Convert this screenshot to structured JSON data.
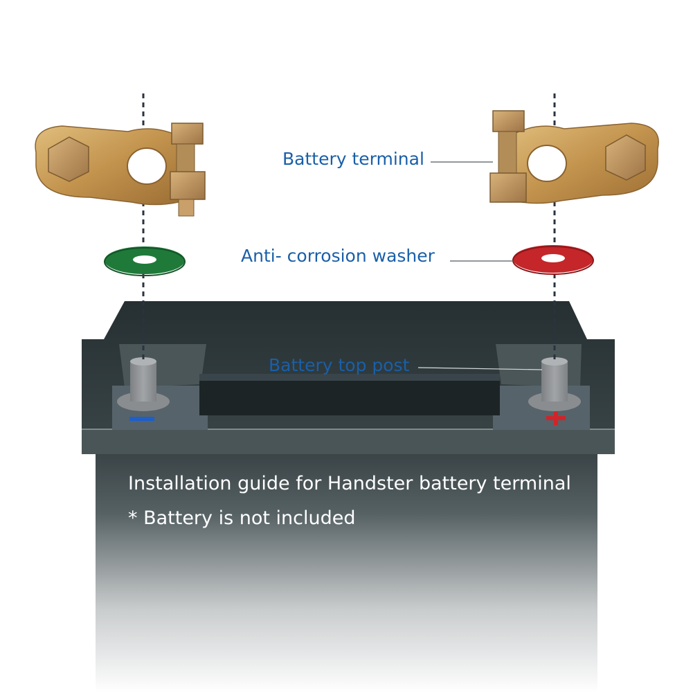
{
  "labels": {
    "battery_terminal": "Battery terminal",
    "washer": "Anti- corrosion washer",
    "top_post": "Battery top post"
  },
  "caption": {
    "title": "Installation guide for Handster battery terminal",
    "note": "* Battery is not included"
  },
  "colors": {
    "label_text": "#1a5fa8",
    "battery_body": "#3f4a4d",
    "battery_lid": "#2f3739",
    "post": "#8f9193",
    "brass": "#c59a55",
    "negative_washer": "#1f7a3a",
    "positive_washer": "#c4262a",
    "negative_mark": "#1e5fc9",
    "positive_mark": "#d0242a",
    "guide_line": "#2a3340"
  },
  "polarity": {
    "negative_symbol": "minus-sign",
    "positive_symbol": "plus-sign"
  }
}
